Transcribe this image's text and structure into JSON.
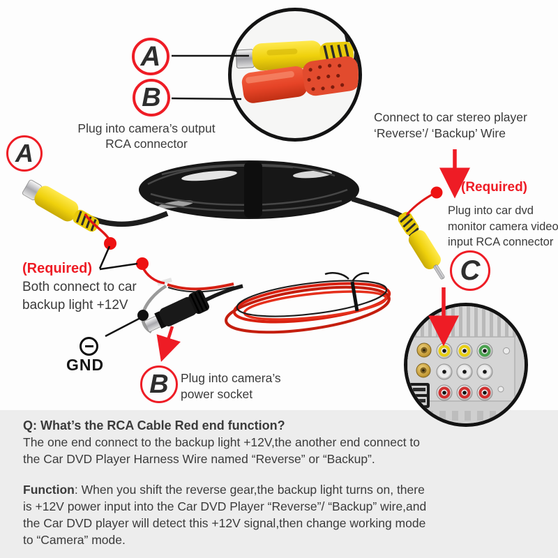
{
  "badges": {
    "a": "A",
    "b": "B",
    "c": "C"
  },
  "annotations": {
    "camera_output": {
      "line1": "Plug into camera’s output",
      "line2": "RCA connector"
    },
    "stereo_wire": {
      "line1": "Connect to car stereo player",
      "line2": "‘Reverse’/ ‘Backup’ Wire"
    },
    "required_right": "(Required)",
    "dvd_input": {
      "line1": "Plug into car dvd",
      "line2": "monitor camera video",
      "line3": "input RCA connector"
    },
    "required_left": "(Required)",
    "backup_light": {
      "line1": "Both connect to car",
      "line2": "backup light +12V"
    },
    "gnd": "GND",
    "power_socket": {
      "line1": "Plug into camera’s",
      "line2": "power socket"
    }
  },
  "qa": {
    "question": "Q: What’s the RCA Cable Red end function?",
    "answer": {
      "line1": "The one end connect to the backup light +12V,the another end connect to",
      "line2": "the Car DVD Player Harness Wire named “Reverse” or “Backup”."
    },
    "function_label": "Function",
    "function": {
      "line1": ": When you shift the reverse gear,the backup light turns on, there",
      "line2": "is +12V power input into the Car DVD Player “Reverse”/ “Backup” wire,and",
      "line3": "the Car DVD player will detect this +12V signal,then change working mode",
      "line4": "to “Camera” mode."
    }
  },
  "colors": {
    "accent_red": "#ee1c25",
    "rca_yellow": "#f2d50e",
    "rca_red": "#e8462b",
    "cable_black": "#1a1a1a",
    "text_dark": "#3a3a3a",
    "metal_gray": "#cdcdcd",
    "gold": "#caa23f"
  }
}
